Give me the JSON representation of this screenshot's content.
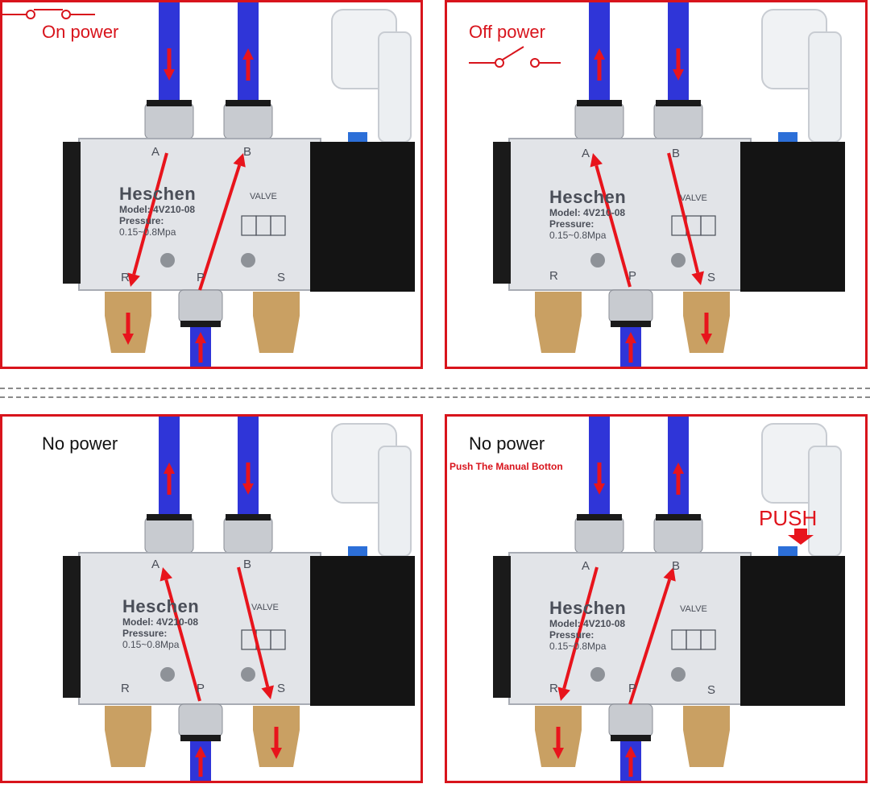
{
  "colors": {
    "frame": "#d8141c",
    "arrow": "#e8141c",
    "tube": "#2f35d8",
    "body": "#e2e4e8",
    "coil": "#141414",
    "muffler": "#c9a063"
  },
  "valve": {
    "brand": "Heschen",
    "model": "Model: 4V210-08",
    "pressure_label": "Pressure:",
    "pressure_range": "0.15~0.8Mpa",
    "type": "VALVE",
    "ports": {
      "a": "A",
      "b": "B",
      "r": "R",
      "p": "P",
      "s": "S"
    }
  },
  "panels": [
    {
      "id": "on-power",
      "title": "On power",
      "switch": "closed",
      "tube_a_flow": "down",
      "tube_b_flow": "up",
      "internal_flow": "P to B, A to R",
      "exhaust": "R"
    },
    {
      "id": "off-power",
      "title": "Off power",
      "switch": "open",
      "tube_a_flow": "up",
      "tube_b_flow": "down",
      "internal_flow": "P to A, B to S",
      "exhaust": "S"
    },
    {
      "id": "no-power",
      "title": "No power",
      "tube_a_flow": "up",
      "tube_b_flow": "down",
      "internal_flow": "P to A, B to S",
      "exhaust": "S"
    },
    {
      "id": "no-power-manual",
      "title": "No power",
      "subtitle": "Push The Manual Botton",
      "push_label": "PUSH",
      "tube_a_flow": "down",
      "tube_b_flow": "up",
      "internal_flow": "P to B, A to R",
      "exhaust": "R"
    }
  ]
}
